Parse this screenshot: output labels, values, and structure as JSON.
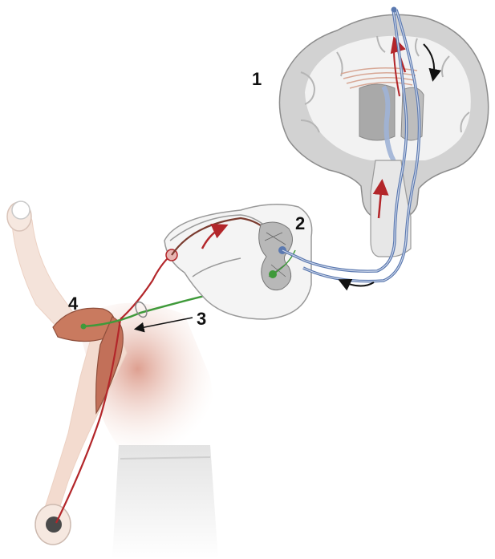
{
  "labels": {
    "brain": "1",
    "spinal_cord": "2",
    "peripheral_nerve": "3",
    "muscle": "4"
  },
  "colors": {
    "sensory_pathway": "#b3262a",
    "motor_pathway": "#5b79b0",
    "lower_motor_neuron": "#3f9a3a",
    "brain_grey_matter": "#d2d2d2",
    "brain_white_matter": "#f2f2f2",
    "skin": "#f3ddd2",
    "muscle": "#c97a5f",
    "arrow": "#111111"
  },
  "icons": {
    "flow_arrow": "curved-arrow-icon",
    "ascending_signal": "red-arrow-icon"
  }
}
